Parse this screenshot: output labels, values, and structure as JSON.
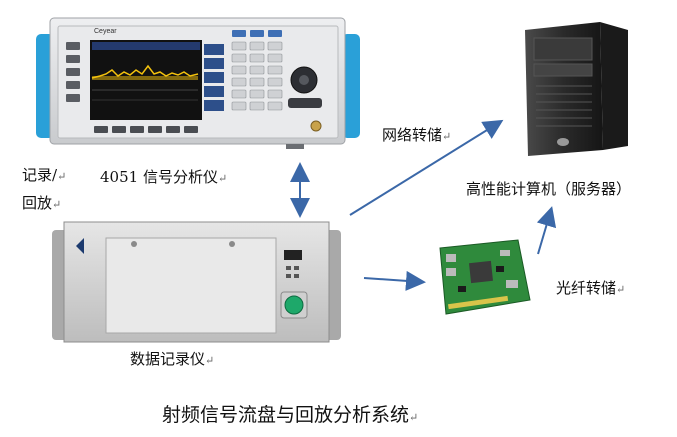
{
  "title": "射频信号流盘与回放分析系统",
  "labels": {
    "analyzer_name": "4051 信号分析仪",
    "record_playback_line1": "记录/",
    "record_playback_line2": "回放",
    "data_recorder": "数据记录仪",
    "network_storage": "网络转储",
    "server": "高性能计算机（服务器）",
    "fiber_storage": "光纤转储"
  },
  "devices": {
    "analyzer_brand": "Ceyear"
  },
  "colors": {
    "arrow": "#3b68a8",
    "analyzer_body": "#dcdde0",
    "screen": "#111111",
    "spectrum": "#f4c20d",
    "handle": "#2aa0d8",
    "recorder_body": "#d8d8d8",
    "green_button": "#1ea86a",
    "server_body": "#2a2a2a",
    "pcb": "#2f8a3c"
  }
}
